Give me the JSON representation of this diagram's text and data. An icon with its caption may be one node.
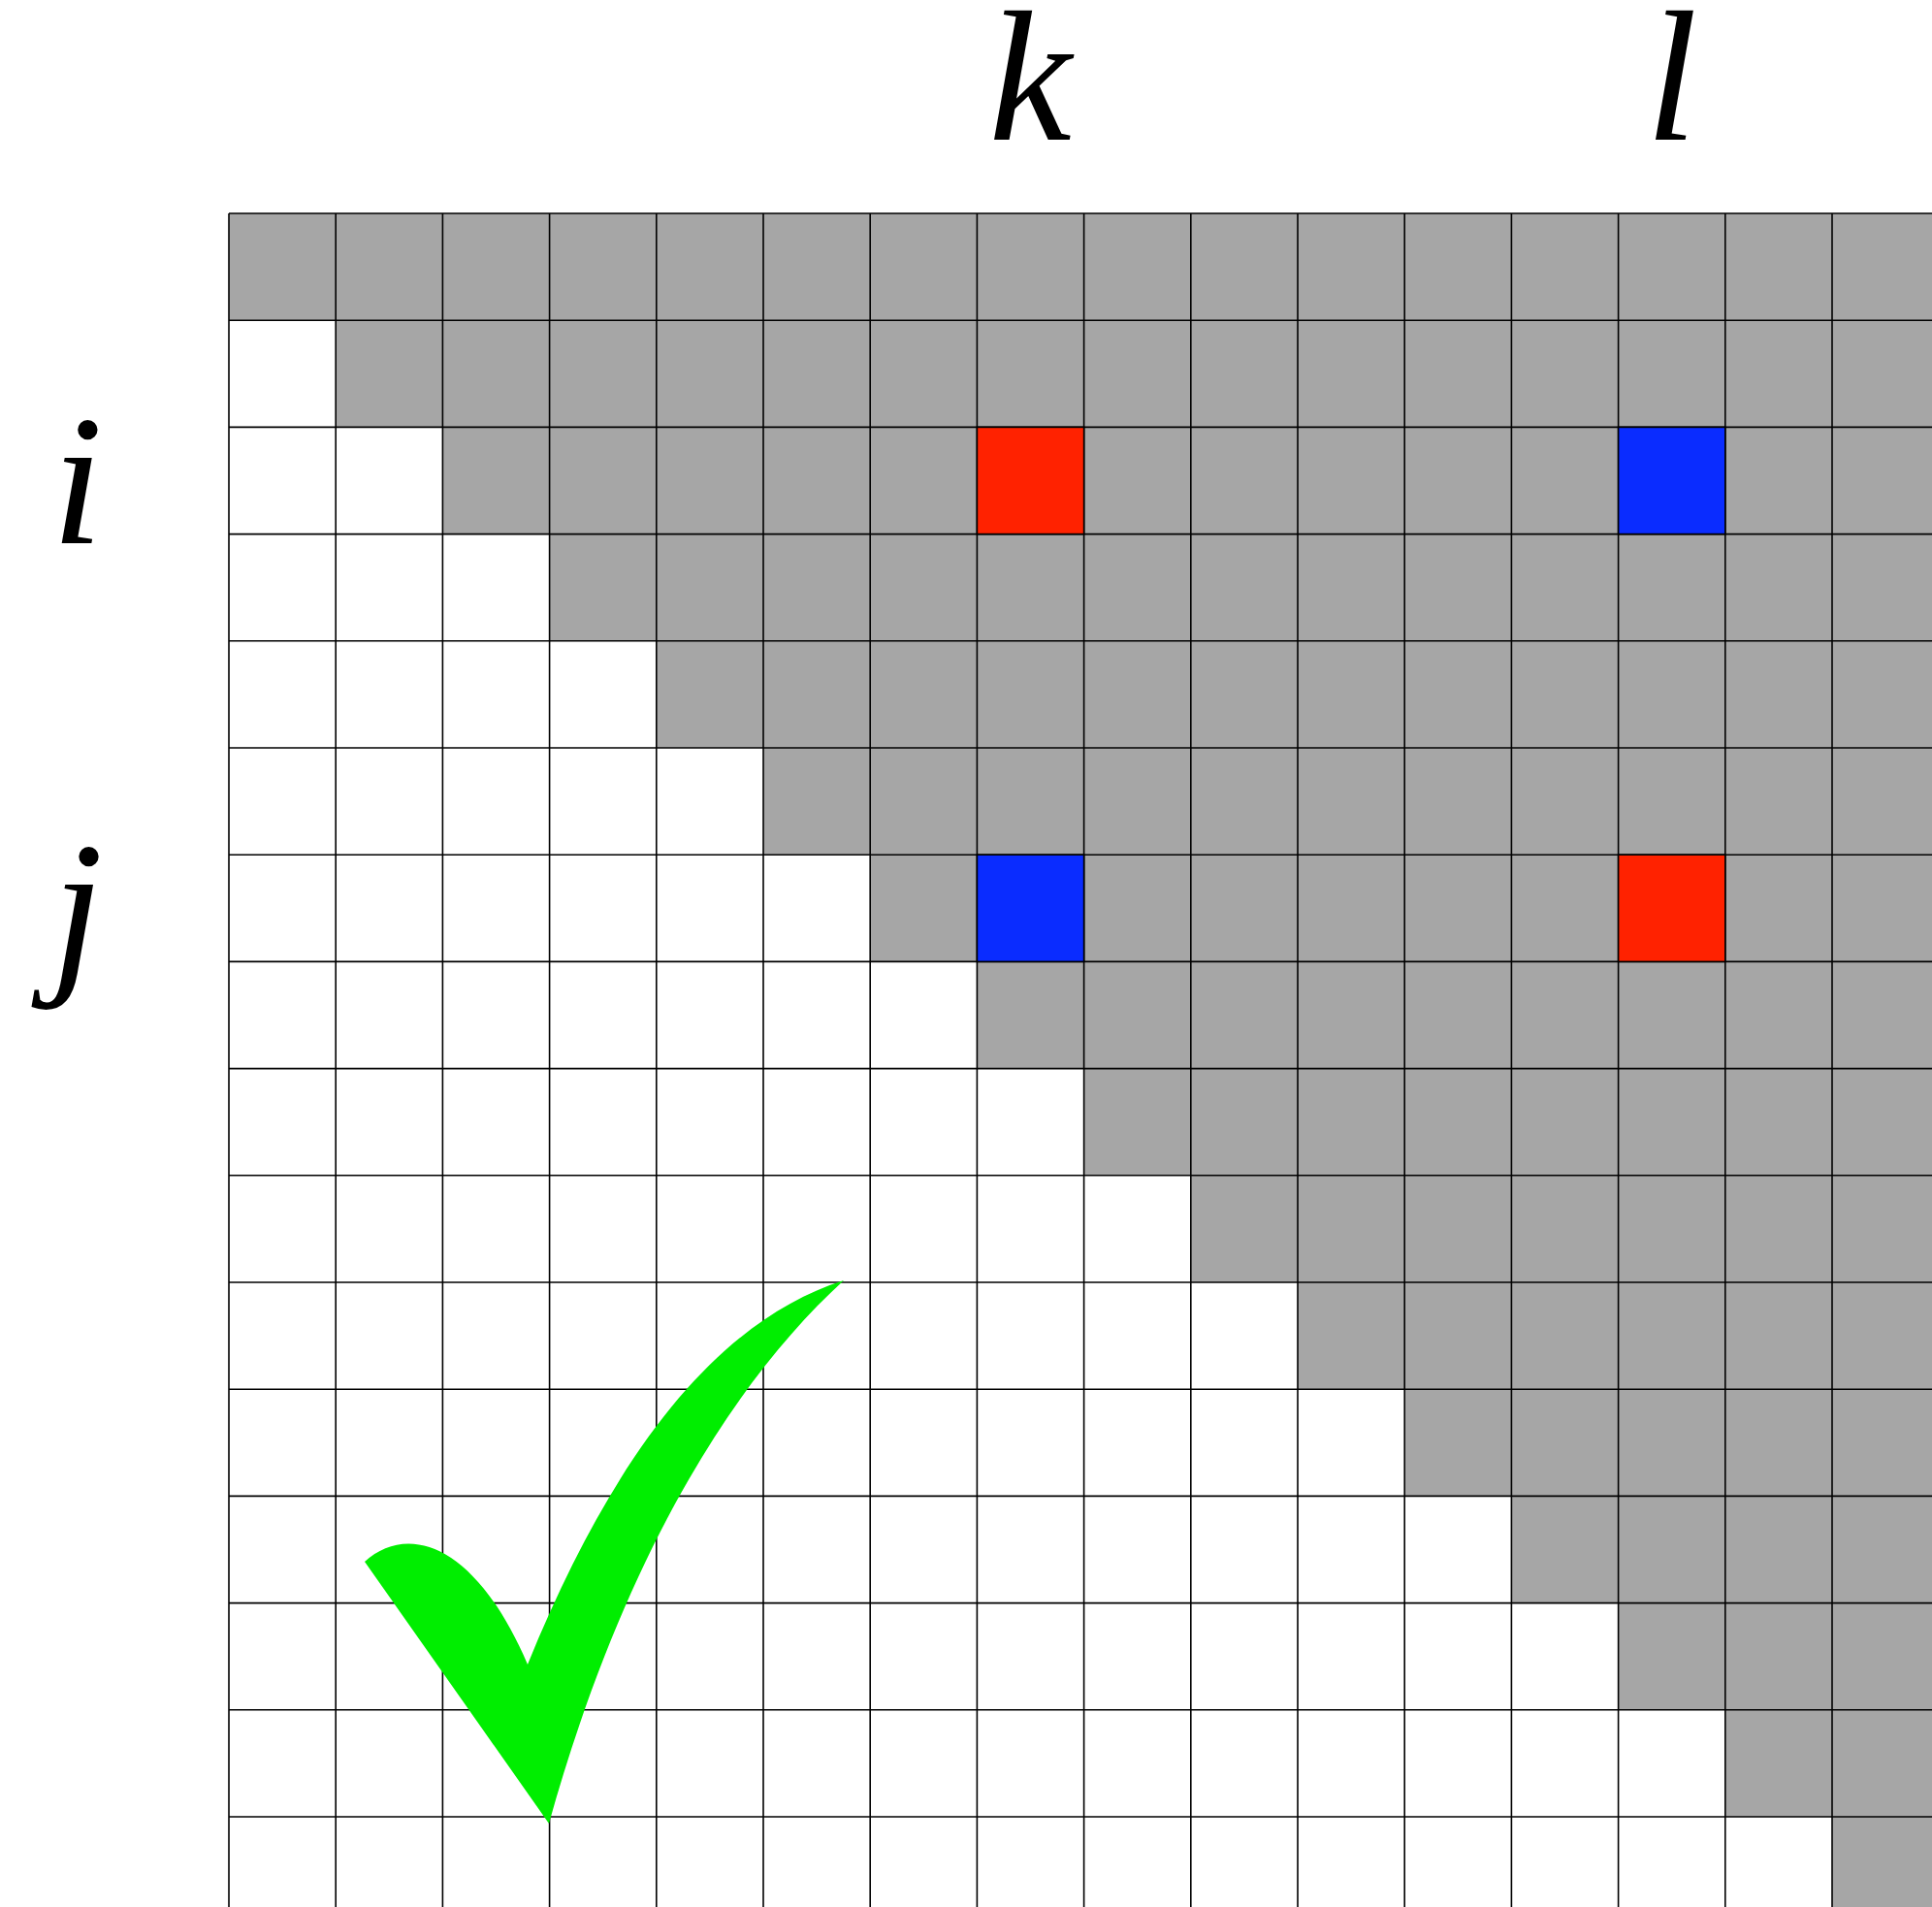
{
  "diagram": {
    "labels": [
      "k",
      "l",
      "i",
      "j"
    ]
  }
}
